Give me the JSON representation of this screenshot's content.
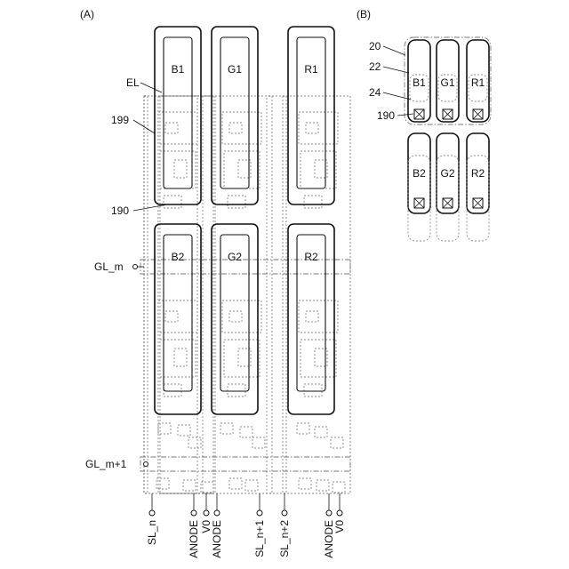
{
  "panels": {
    "a": {
      "label": "(A)"
    },
    "b": {
      "label": "(B)"
    }
  },
  "panel_a": {
    "pixels": {
      "top": [
        {
          "id": "b1",
          "label": "B1"
        },
        {
          "id": "g1",
          "label": "G1"
        },
        {
          "id": "r1",
          "label": "R1"
        }
      ],
      "bottom": [
        {
          "id": "b2",
          "label": "B2"
        },
        {
          "id": "g2",
          "label": "G2"
        },
        {
          "id": "r2",
          "label": "R2"
        }
      ]
    },
    "callouts": {
      "el": "EL",
      "n199": "199",
      "n190": "190",
      "gl_m": "GL_m",
      "gl_m1": "GL_m+1"
    },
    "bottom_terminals": [
      "SL_n",
      "ANODE",
      "V0",
      "ANODE",
      "SL_n+1",
      "SL_n+2",
      "ANODE",
      "V0"
    ]
  },
  "panel_b": {
    "callouts": {
      "n20": "20",
      "n22": "22",
      "n24": "24",
      "n190": "190"
    },
    "top": [
      "B1",
      "G1",
      "R1"
    ],
    "bottom": [
      "B2",
      "G2",
      "R2"
    ]
  }
}
